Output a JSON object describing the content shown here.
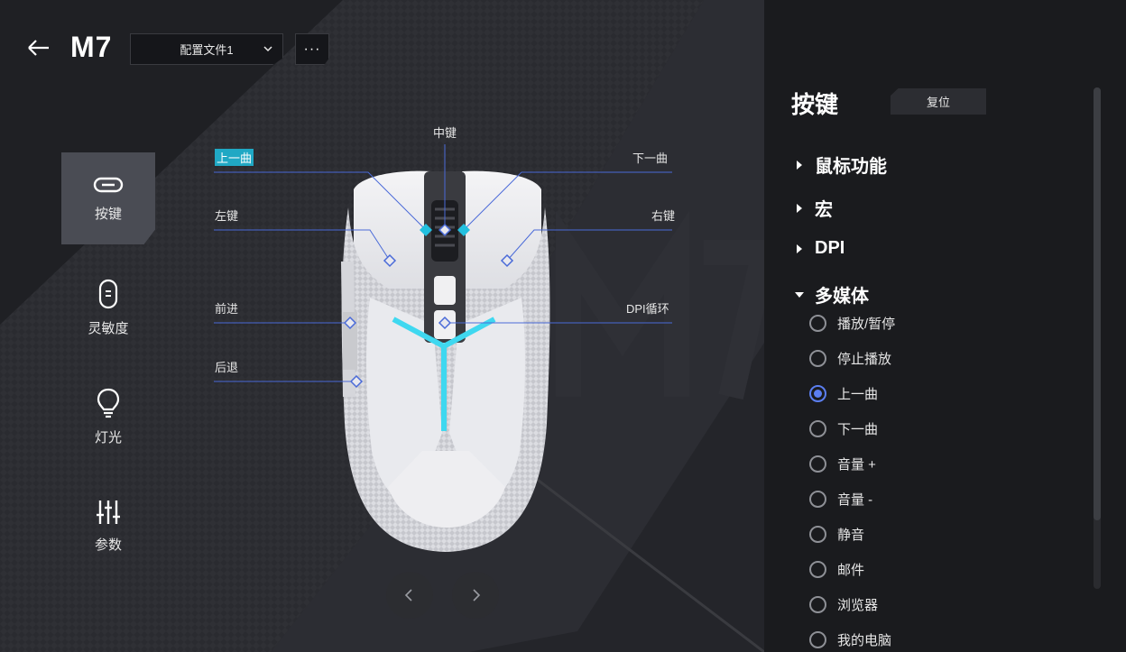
{
  "header": {
    "model": "M7",
    "profile": "配置文件1",
    "more": "···"
  },
  "nav": [
    {
      "label": "按键",
      "icon": "mouse-button-icon",
      "active": true
    },
    {
      "label": "灵敏度",
      "icon": "mouse-sensitivity-icon",
      "active": false
    },
    {
      "label": "灯光",
      "icon": "lightbulb-icon",
      "active": false
    },
    {
      "label": "参数",
      "icon": "sliders-icon",
      "active": false
    }
  ],
  "callouts": {
    "middle": "中键",
    "prev_track": "上一曲",
    "next_track": "下一曲",
    "left": "左键",
    "right": "右键",
    "forward": "前进",
    "dpi_cycle": "DPI循环",
    "back": "后退"
  },
  "watermark": "M7",
  "accent_color": "#5b7ef0",
  "highlight_color": "#20a8c4",
  "panel": {
    "title": "按键",
    "reset": "复位",
    "sections": [
      {
        "label": "鼠标功能",
        "expanded": false
      },
      {
        "label": "宏",
        "expanded": false
      },
      {
        "label": "DPI",
        "expanded": false
      },
      {
        "label": "多媒体",
        "expanded": true
      }
    ],
    "options": [
      {
        "label": "播放/暂停",
        "checked": false
      },
      {
        "label": "停止播放",
        "checked": false
      },
      {
        "label": "上一曲",
        "checked": true
      },
      {
        "label": "下一曲",
        "checked": false
      },
      {
        "label": "音量 +",
        "checked": false
      },
      {
        "label": "音量 -",
        "checked": false
      },
      {
        "label": "静音",
        "checked": false
      },
      {
        "label": "邮件",
        "checked": false
      },
      {
        "label": "浏览器",
        "checked": false
      },
      {
        "label": "我的电脑",
        "checked": false
      }
    ]
  }
}
